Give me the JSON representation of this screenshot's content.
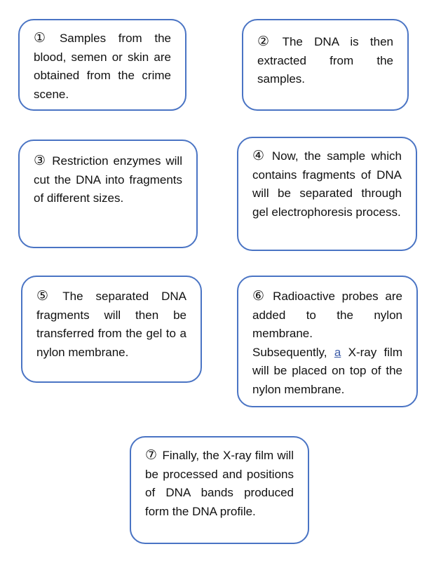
{
  "steps": [
    {
      "num": "①",
      "text": "Samples from the blood, semen or skin are obtained from the crime scene."
    },
    {
      "num": "②",
      "text": "The DNA is then extracted from the samples."
    },
    {
      "num": "③",
      "text": "Restriction enzymes will cut the DNA into fragments of different sizes."
    },
    {
      "num": "④",
      "text": "Now, the sample which contains fragments of DNA will be separated through gel electrophoresis process."
    },
    {
      "num": "⑤",
      "text": "The separated DNA fragments will then be transferred from the gel to a nylon membrane."
    },
    {
      "num": "⑥",
      "text": "Radioactive probes are added to the nylon membrane.",
      "text2_pre": "Subsequently, ",
      "text2_link": "a",
      "text2_post": " X-ray film will be placed on top of the nylon membrane."
    },
    {
      "num": "⑦",
      "text": "Finally, the X-ray film will be processed and positions of DNA bands produced form the DNA profile."
    }
  ]
}
